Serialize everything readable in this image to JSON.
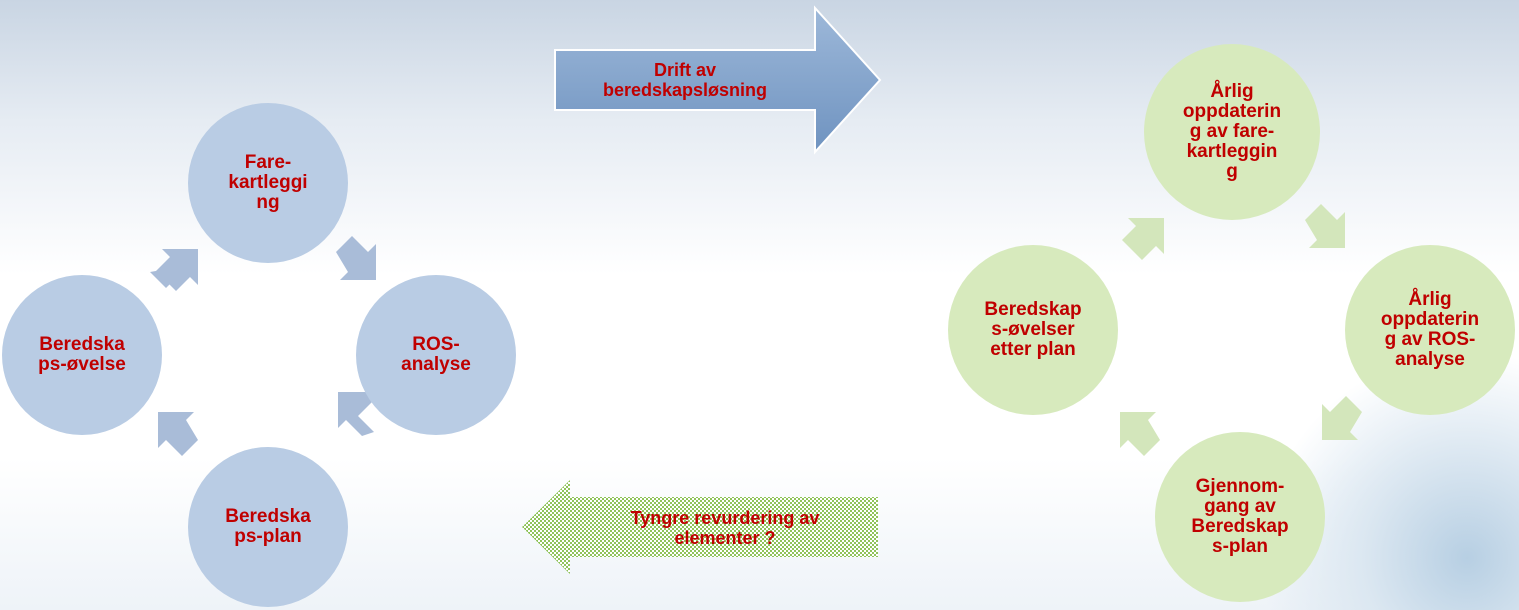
{
  "left_cycle": {
    "nodes": [
      "Fare-\nkartleggi\nng",
      "ROS-\nanalyse",
      "Beredska\nps-plan",
      "Beredska\nps-øvelse"
    ]
  },
  "right_cycle": {
    "nodes": [
      "Årlig\noppdaterin\ng av fare-\nkartleggin\ng",
      "Årlig\noppdaterin\ng av ROS-\nanalyse",
      "Gjennom-\ngang av\nBeredskap\ns-plan",
      "Beredskap\ns-øvelser\netter plan"
    ]
  },
  "transition_arrows": {
    "forward_label": "Drift av\nberedskapsløsning",
    "backward_label": "Tyngre revurdering av\nelementer ?"
  },
  "colors": {
    "text": "#c00000",
    "blue_node": "#b9cce4",
    "blue_arrow": "#a9bcd8",
    "green_node": "#d7eabd",
    "green_arrow": "#d3e6bb",
    "forward_arrow": "#7f9fc8",
    "backward_arrow": "#9ccc66"
  }
}
